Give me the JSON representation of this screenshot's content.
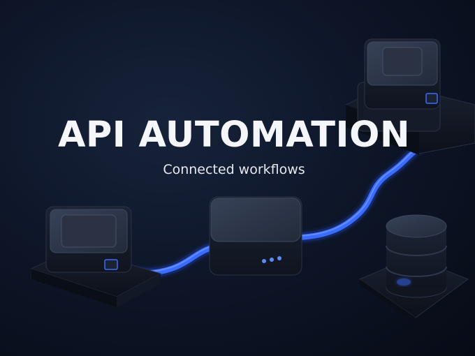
{
  "hero": {
    "title": "API AUTOMATION",
    "subtitle": "Connected workflows"
  },
  "nodes": [
    {
      "kind": "server-block-icon",
      "role": "source"
    },
    {
      "kind": "hub-block-icon",
      "role": "processor"
    },
    {
      "kind": "server-block-icon",
      "role": "destination"
    },
    {
      "kind": "database-icon",
      "role": "storage"
    }
  ],
  "colors": {
    "background": "#0b1120",
    "block_top": "#2c3445",
    "block_side": "#141a27",
    "connector": "#3a6cff",
    "connector_glow": "#2a4fd6",
    "indicator": "#5b8cff",
    "text": "#f4f6fa"
  }
}
